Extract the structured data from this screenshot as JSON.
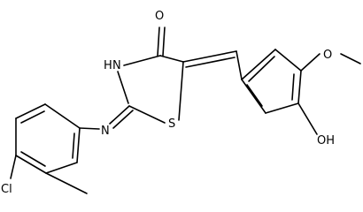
{
  "molecule": {
    "atom_labels": {
      "carbonyl_oxygen": "O",
      "ring_nh": "N",
      "ring_nh_h": "H",
      "ring_sulfur": "S",
      "imine_nitrogen": "N",
      "methoxy_oxygen": "O",
      "hydroxyl": "OH",
      "chlorine": "Cl"
    },
    "colors": {
      "bond": "#000000",
      "label": "#000000",
      "background": "#ffffff"
    }
  }
}
